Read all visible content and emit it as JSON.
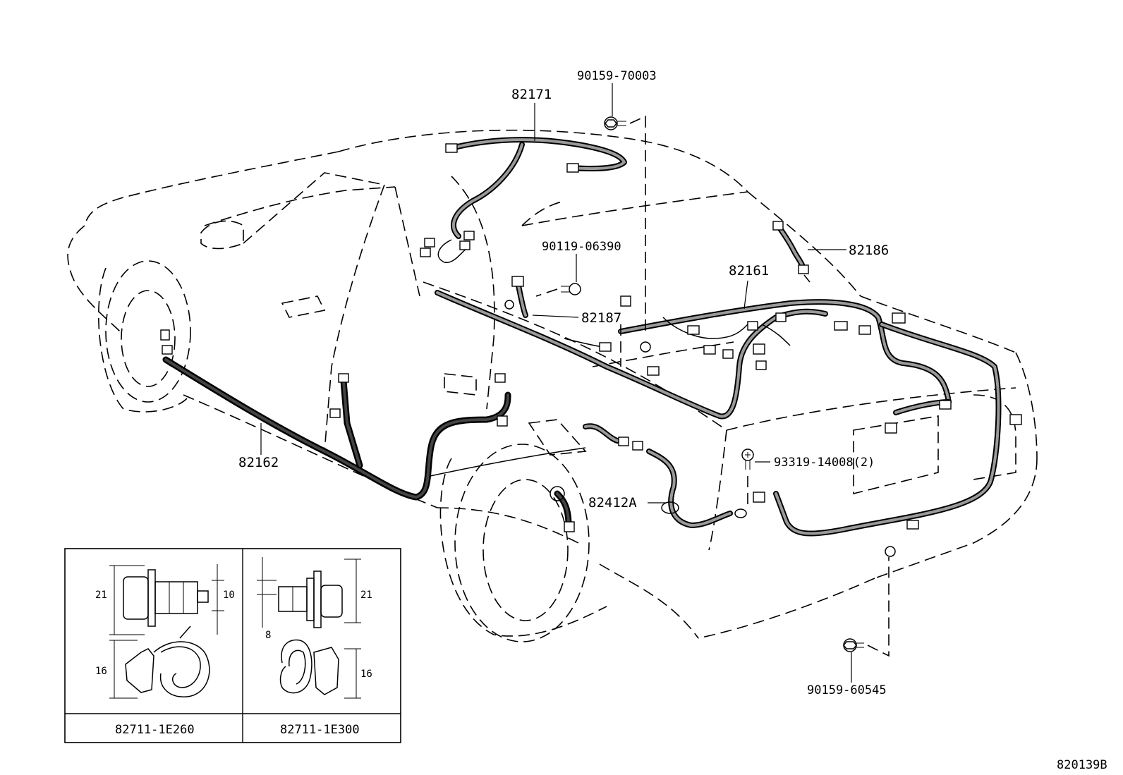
{
  "diagram_id": "820139B",
  "parts": {
    "p82171": "82171",
    "p90159_70003": "90159-70003",
    "p90119_06390": "90119-06390",
    "p82186": "82186",
    "p82161": "82161",
    "p82187": "82187",
    "p82162": "82162",
    "p93319_14008": "93319-14008(2)",
    "p82412A": "82412A",
    "p90159_60545": "90159-60545"
  },
  "inset": {
    "left": {
      "part_number": "82711-1E260",
      "dims": {
        "a": "21",
        "b": "10",
        "c": "16"
      }
    },
    "right": {
      "part_number": "82711-1E300",
      "dims": {
        "a": "8",
        "b": "21",
        "c": "16"
      }
    }
  }
}
